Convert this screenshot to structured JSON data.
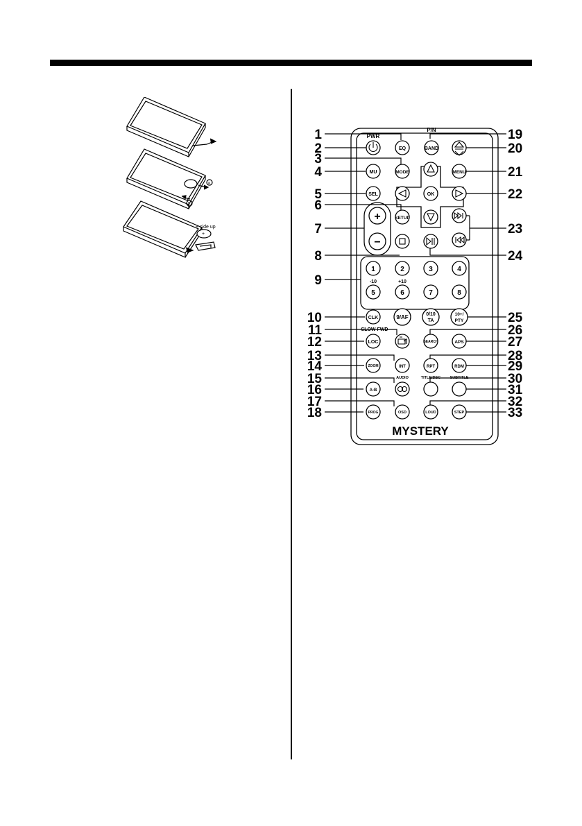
{
  "battery_figure": {
    "side_up_label": "+ side up",
    "step_a": "a",
    "step_b": "b",
    "step_plus": "+"
  },
  "remote": {
    "brand": "MYSTERY",
    "buttons": {
      "pwr_label": "PWR",
      "eq": "EQ",
      "pn_label": "P/N",
      "band": "BAND",
      "mode": "MODE",
      "mu": "MU",
      "menu": "MENU",
      "sel": "SEL",
      "ok": "OK",
      "setup": "SETUP",
      "vol_up": "+",
      "vol_down": "−",
      "num1": "1",
      "num2": "2",
      "num3": "3",
      "num4": "4",
      "minus10": "-10",
      "plus10": "+10",
      "num5": "5",
      "num6": "6",
      "num7": "7",
      "num8": "8",
      "clk": "CLK",
      "af_9": "9/AF",
      "ta_top": "0/10",
      "ta_bottom": "TA",
      "pty_top": "10+/",
      "pty_bottom": "PTY",
      "slow_fwd": "SLOW FWD",
      "loc": "LOC",
      "search": "SEARCH",
      "aps": "APS",
      "zoom": "ZOOM",
      "int": "INT",
      "rpt": "RPT",
      "rdm": "RDM",
      "audio": "AUDIO",
      "title_dsc": "TITLE/DSC",
      "subtitle": "SUBTITLE",
      "ab": "A-B",
      "prog": "PROG",
      "osd": "OSD",
      "loud": "LOUD",
      "step": "STEP"
    },
    "callouts": [
      "1",
      "2",
      "3",
      "4",
      "5",
      "6",
      "7",
      "8",
      "9",
      "10",
      "11",
      "12",
      "13",
      "14",
      "15",
      "16",
      "17",
      "18",
      "19",
      "20",
      "21",
      "22",
      "23",
      "24",
      "25",
      "26",
      "27",
      "28",
      "29",
      "30",
      "31",
      "32",
      "33"
    ]
  }
}
